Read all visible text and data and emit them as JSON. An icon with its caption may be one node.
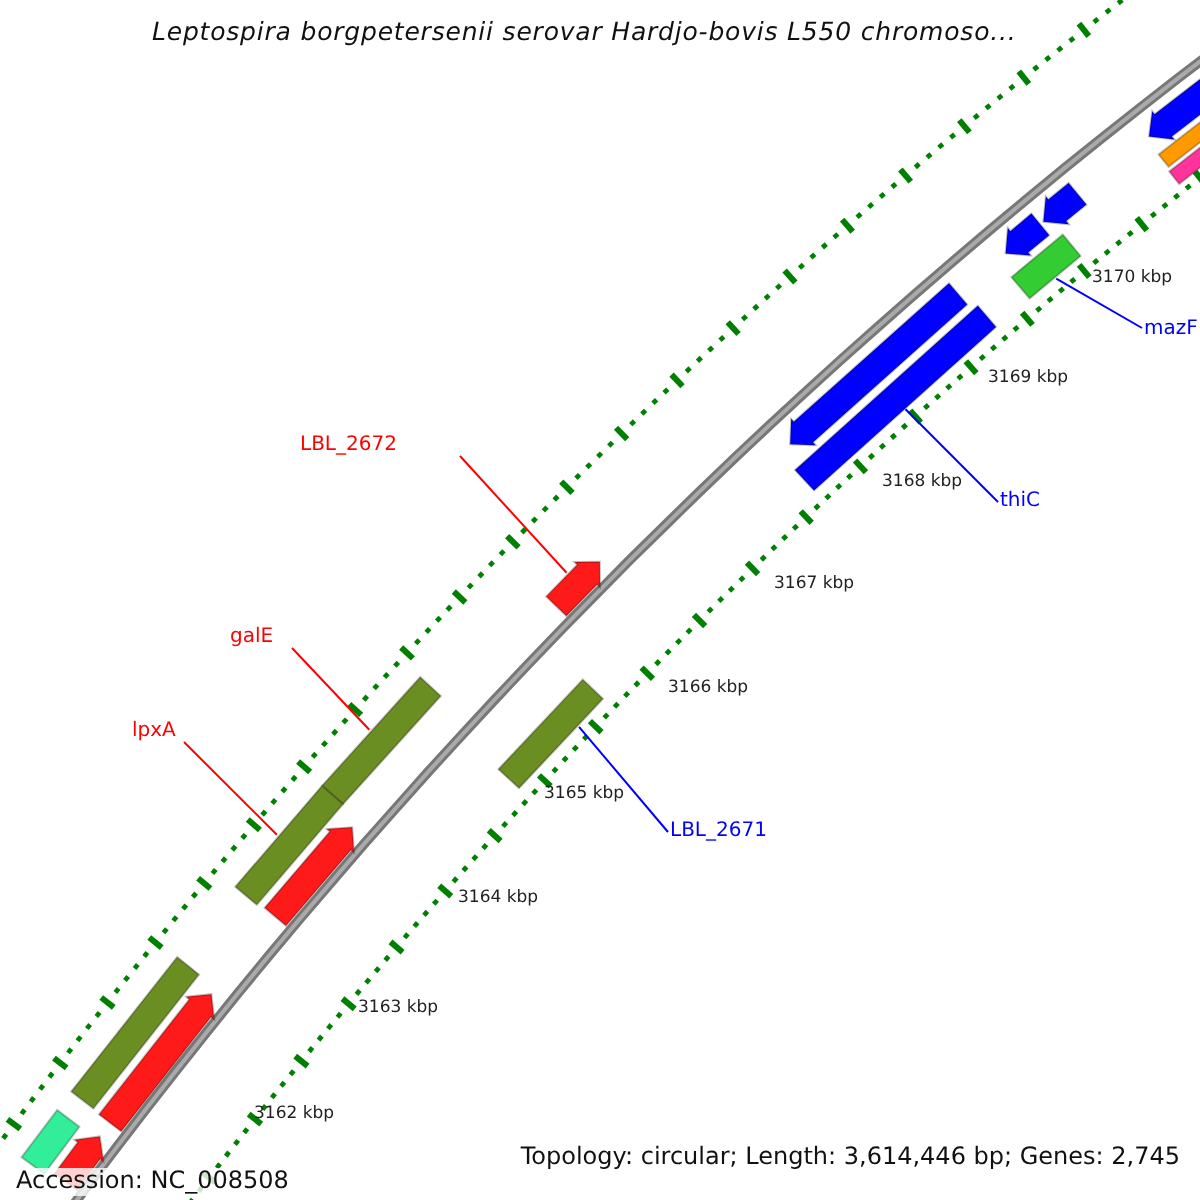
{
  "diagram": {
    "title": "Leptospira borgpetersenii serovar Hardjo-bovis L550 chromoso...",
    "nodes": [
      {
        "text": [
          "LBL_2672"
        ]
      },
      {
        "text": [],
        "shape": "bar"
      },
      {
        "text": [
          "galE"
        ]
      },
      {
        "text": [],
        "shape": "bar"
      },
      {
        "text": [
          "lpxA"
        ]
      },
      {
        "text": [],
        "shape": "bar"
      },
      {
        "text": [
          "LBL_2671"
        ]
      },
      {
        "text": [],
        "shape": "bar"
      },
      {
        "text": [
          "thiC"
        ]
      },
      {
        "text": [],
        "shape": "bar"
      },
      {
        "text": [
          "mazF"
        ]
      },
      {
        "text": [],
        "shape": "bar"
      },
      {
        "text": [],
        "shape": "bar"
      },
      {
        "text": [],
        "shape": "bar"
      },
      {
        "text": [],
        "shape": "bar"
      },
      {
        "text": [],
        "shape": "bar"
      },
      {
        "text": [],
        "shape": "bar"
      },
      {
        "text": [],
        "shape": "bar"
      },
      {
        "text": [],
        "shape": "bar"
      },
      {
        "text": [],
        "shape": "bar"
      },
      {
        "text": [],
        "shape": "bar"
      },
      {
        "text": [],
        "shape": "bar"
      },
      {
        "text": [],
        "shape": "bar"
      }
    ],
    "edges": [
      {
        "from": 0,
        "to": 1,
        "arrow": "none",
        "color": "#ff0000"
      },
      {
        "from": 2,
        "to": 3,
        "arrow": "none",
        "color": "#ff0000"
      },
      {
        "from": 4,
        "to": 5,
        "arrow": "none",
        "color": "#ff0000"
      },
      {
        "from": 6,
        "to": 7,
        "arrow": "none",
        "color": "#0000ff"
      },
      {
        "from": 8,
        "to": 9,
        "arrow": "none",
        "color": "#0000ff"
      },
      {
        "from": 10,
        "to": 11,
        "arrow": "none",
        "color": "#0000ff"
      }
    ],
    "labels": [
      "3170 kbp",
      "3169 kbp",
      "3168 kbp",
      "3167 kbp",
      "3166 kbp",
      "3165 kbp",
      "3164 kbp",
      "3163 kbp",
      "3162 kbp",
      "Accession: NC_008508",
      "Topology: circular; Length: 3,614,446 bp; Genes: 2,745"
    ]
  }
}
